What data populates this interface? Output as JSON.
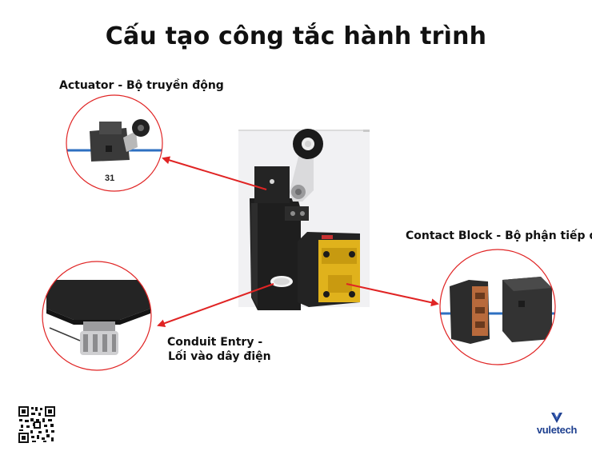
{
  "title": "Cấu tạo công tắc hành trình",
  "labels": {
    "actuator": "Actuator - Bộ truyền động",
    "contact_block": "Contact Block - Bộ phận tiếp điểm",
    "conduit_line1": "Conduit Entry -",
    "conduit_line2": "Lối vào dây điện"
  },
  "detail_number": "31",
  "logo": {
    "name": "vuletech"
  },
  "colors": {
    "arrow": "#e02424",
    "circle_border": "#e02424",
    "switch_body": "#1b1b1b",
    "contact_yellow": "#e0b21c",
    "wire_blue": "#2d6fc1",
    "logo_blue": "#1d3f8f"
  }
}
